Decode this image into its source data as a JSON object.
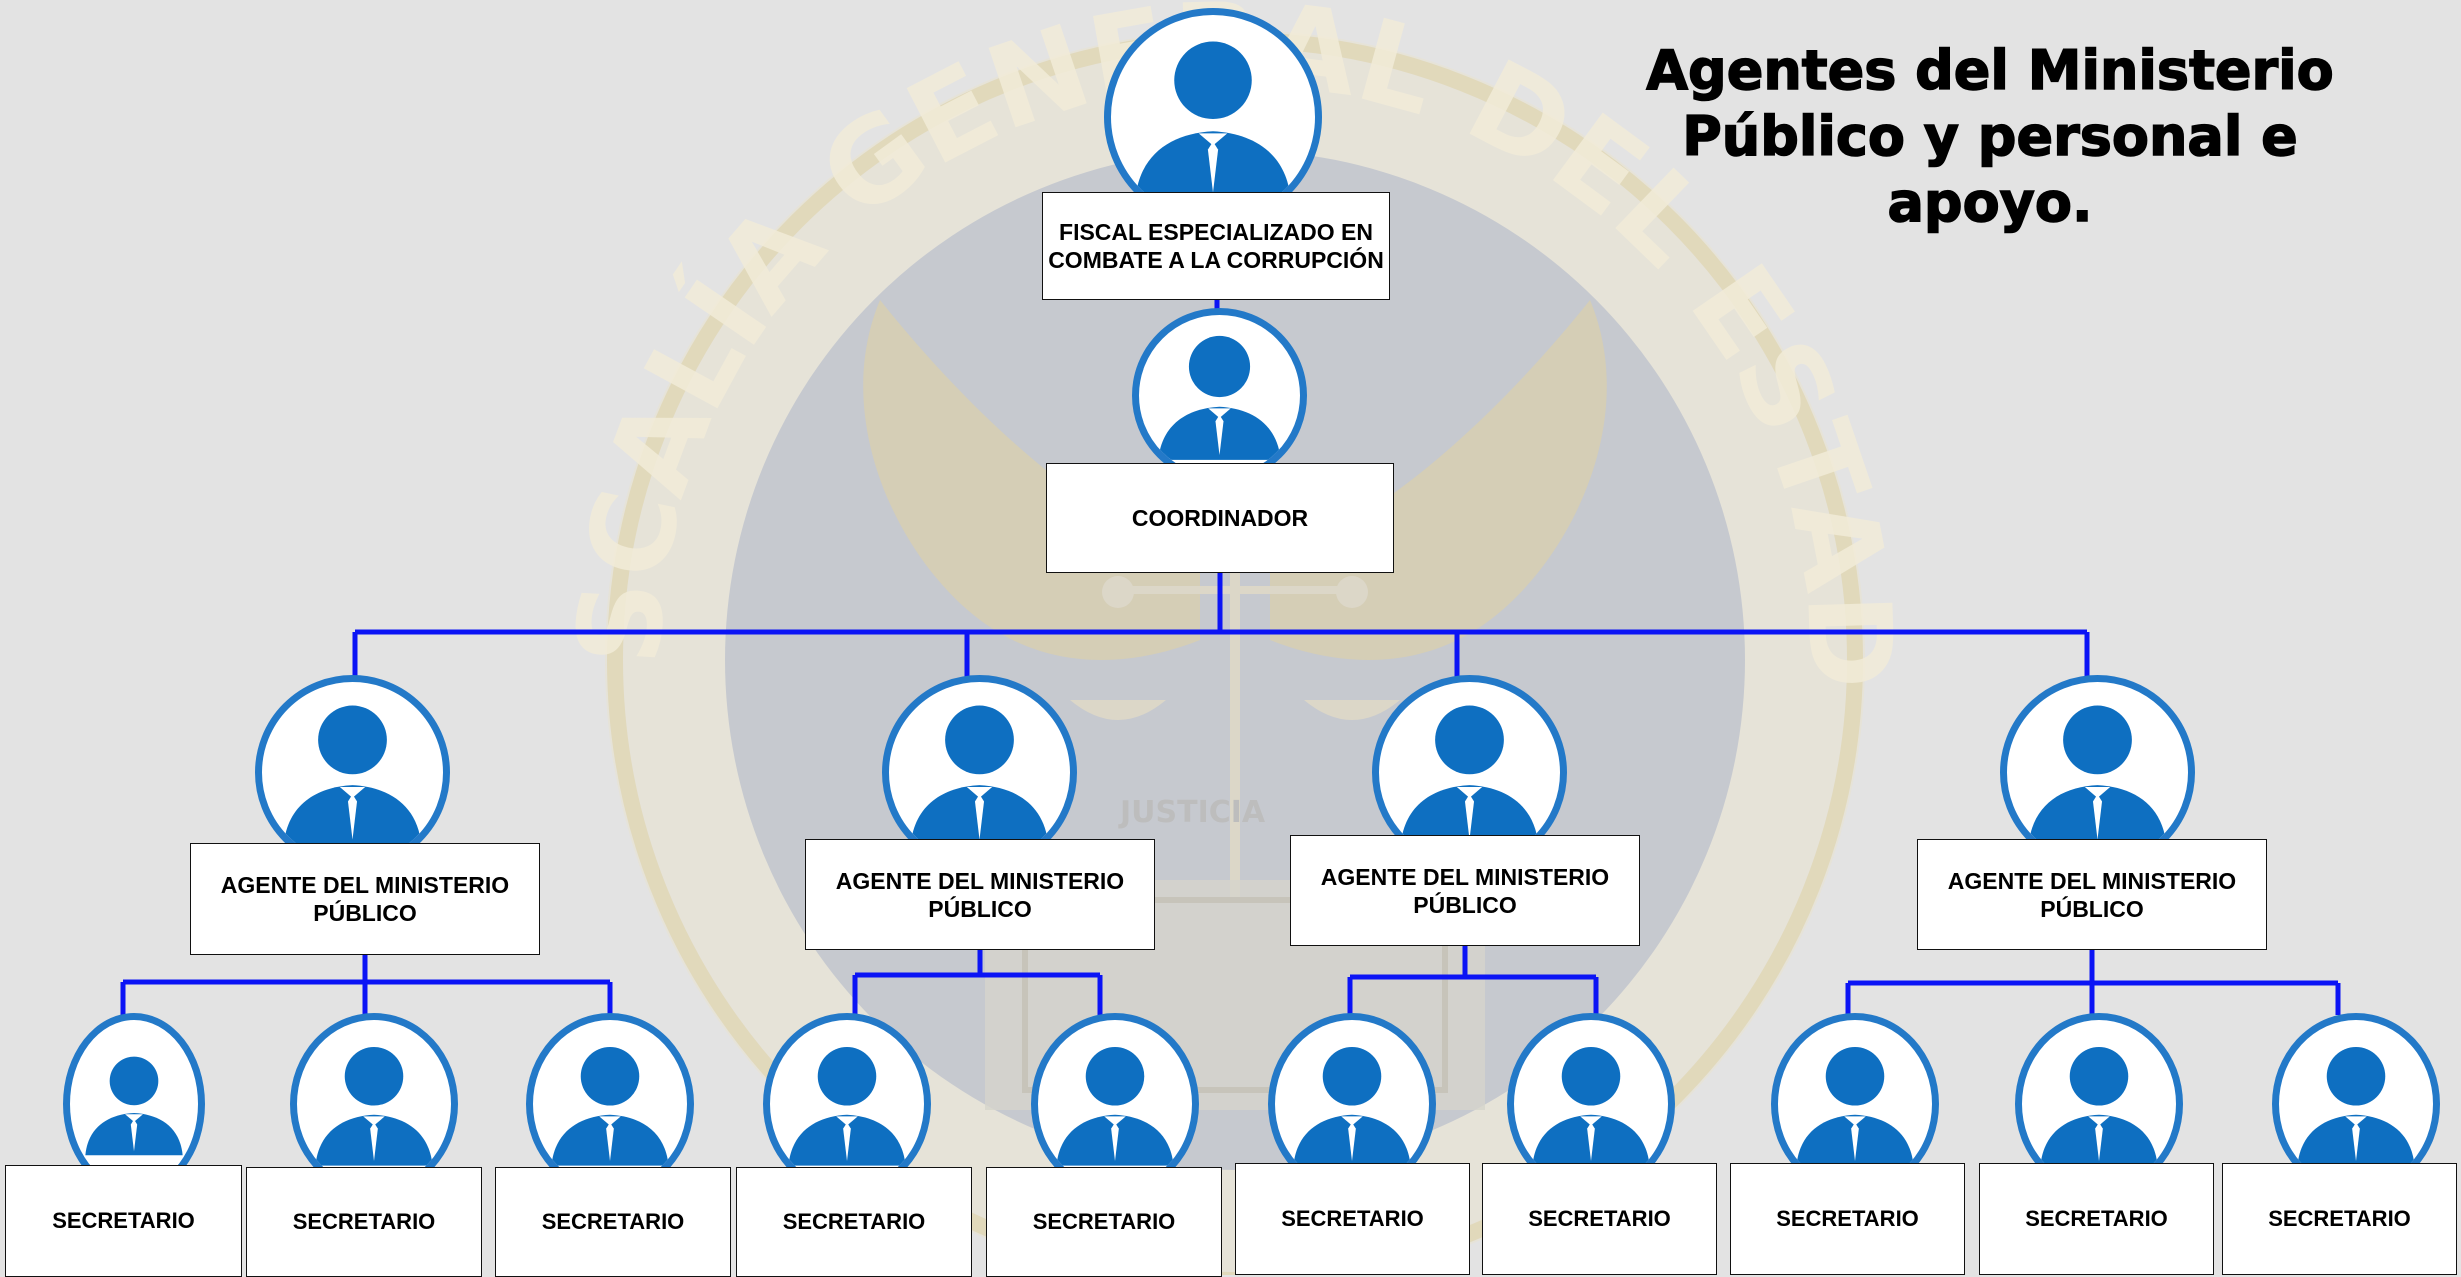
{
  "title": "Agentes del Ministerio Público y personal e apoyo.",
  "watermark": {
    "text": "FISCALÍA GENERAL DEL ESTADO",
    "inner_label": "JUSTICIA"
  },
  "colors": {
    "connector": "#0b14f5",
    "avatar_blue": "#0e6fc1",
    "avatar_ring": "#2379c8",
    "background": "#e3e3e3"
  },
  "icons": {
    "person": "person-silhouette-icon"
  },
  "nodes": {
    "fiscal": "FISCAL ESPECIALIZADO EN COMBATE A LA CORRUPCIÓN",
    "coordinador": "COORDINADOR",
    "agents": [
      "AGENTE DEL MINISTERIO PÚBLICO",
      "AGENTE DEL MINISTERIO PÚBLICO",
      "AGENTE DEL MINISTERIO PÚBLICO",
      "AGENTE DEL MINISTERIO PÚBLICO"
    ],
    "secretaries": [
      "SECRETARIO",
      "SECRETARIO",
      "SECRETARIO",
      "SECRETARIO",
      "SECRETARIO",
      "SECRETARIO",
      "SECRETARIO",
      "SECRETARIO",
      "SECRETARIO",
      "SECRETARIO"
    ]
  }
}
